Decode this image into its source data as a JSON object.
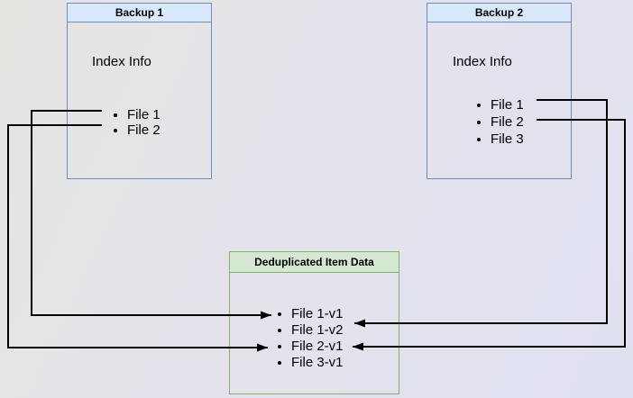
{
  "diagram": {
    "backup1": {
      "title": "Backup 1",
      "subtitle": "Index Info",
      "items": [
        "File 1",
        "File 2"
      ]
    },
    "backup2": {
      "title": "Backup 2",
      "subtitle": "Index Info",
      "items": [
        "File 1",
        "File 2",
        "File 3"
      ]
    },
    "dedup": {
      "title": "Deduplicated Item Data",
      "items": [
        "File 1-v1",
        "File 1-v2",
        "File 2-v1",
        "File 3-v1"
      ]
    },
    "arrows": [
      {
        "from": "backup1-file1",
        "to": "dedup-file1-v1"
      },
      {
        "from": "backup1-file2",
        "to": "dedup-file2-v1"
      },
      {
        "from": "backup2-file1",
        "to": "dedup-file1-v2"
      },
      {
        "from": "backup2-file2",
        "to": "dedup-file2-v1"
      }
    ],
    "colors": {
      "backup_header_fill": "#dae8fc",
      "backup_border": "#6c8ebf",
      "dedup_header_fill": "#d5e8d4",
      "dedup_border": "#82b366",
      "arrow_color": "#000000"
    }
  }
}
